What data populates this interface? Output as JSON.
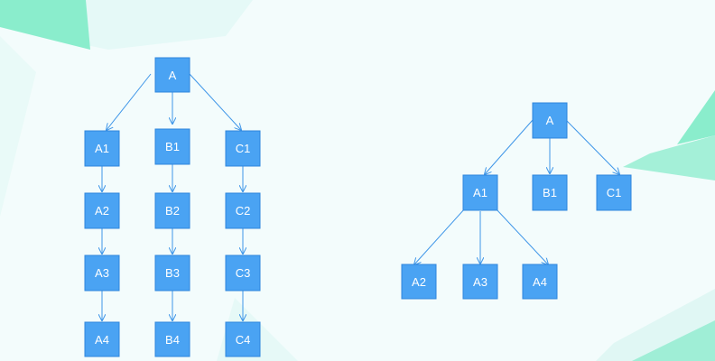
{
  "colors": {
    "node_fill": "#4aa3f3",
    "node_border": "#2f86dc",
    "edge": "#3f96e8",
    "background": "#f3fcfc",
    "accent_green": "#7ee8c7"
  },
  "left_tree": {
    "nodes": [
      "A",
      "A1",
      "A2",
      "A3",
      "A4",
      "B1",
      "B2",
      "B3",
      "B4",
      "C1",
      "C2",
      "C3",
      "C4"
    ]
  },
  "right_tree": {
    "nodes": [
      "A",
      "A1",
      "B1",
      "C1",
      "A2",
      "A3",
      "A4"
    ]
  }
}
